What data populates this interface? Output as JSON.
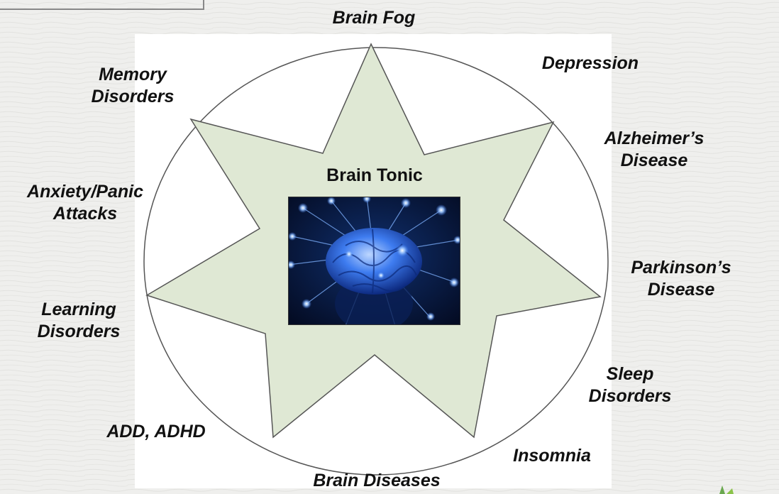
{
  "center": {
    "title": "Brain Tonic",
    "image": "glowing-brain-neural-network-photo"
  },
  "labels": {
    "brain_fog": [
      "Brain Fog"
    ],
    "depression": [
      "Depression"
    ],
    "alzheimers": [
      "Alzheimer’s",
      "Disease"
    ],
    "parkinsons": [
      "Parkinson’s",
      "Disease"
    ],
    "sleep_disorders": [
      "Sleep",
      "Disorders"
    ],
    "insomnia": [
      "Insomnia"
    ],
    "brain_diseases": [
      "Brain Diseases"
    ],
    "add_adhd": [
      "ADD, ADHD"
    ],
    "learning_disorders": [
      "Learning",
      "Disorders"
    ],
    "anxiety_panic": [
      "Anxiety/Panic",
      "Attacks"
    ],
    "memory_disorders": [
      "Memory",
      "Disorders"
    ]
  },
  "colors": {
    "page_background": "#efefed",
    "panel": "#ffffff",
    "star_fill": "#dfe8d4",
    "outline": "#555555",
    "text": "#111111",
    "brain_glow": "#3e7cf0",
    "photo_background": "#040c24"
  }
}
